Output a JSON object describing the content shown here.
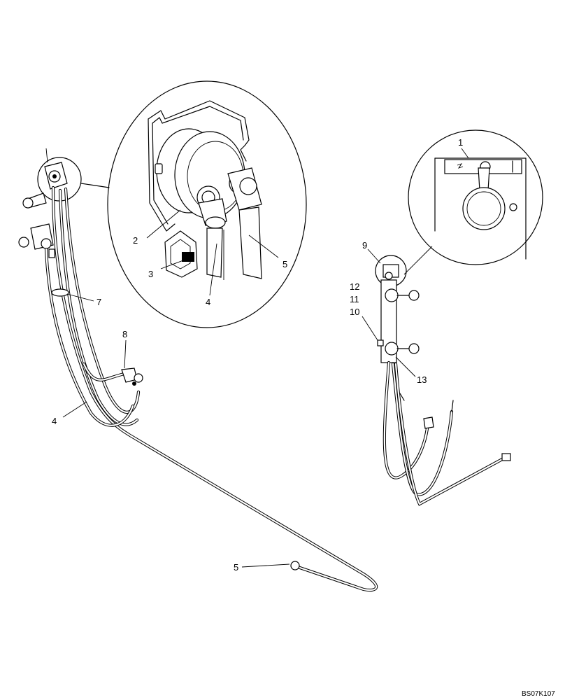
{
  "callouts": {
    "c1": "1",
    "c2": "2",
    "c3": "3",
    "c4_detail": "4",
    "c5_detail": "5",
    "c7": "7",
    "c8": "8",
    "c4_main": "4",
    "c5_main": "5",
    "c9": "9",
    "c12": "12",
    "c11": "11",
    "c10": "10",
    "c13": "13"
  },
  "drawing_code": "BS07K107"
}
